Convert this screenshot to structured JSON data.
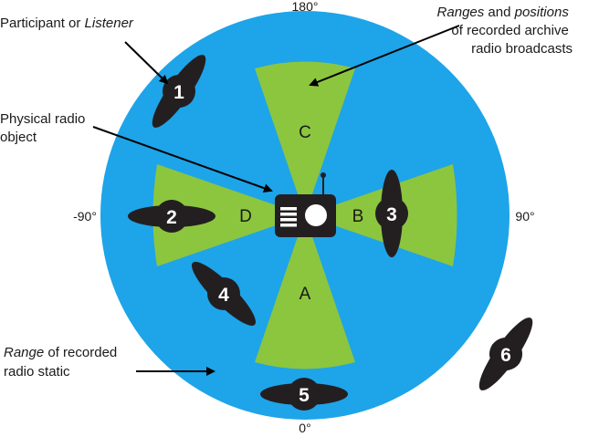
{
  "colors": {
    "static_range": "#1ea4e8",
    "broadcast_range": "#8cc63f",
    "listener": "#231f20",
    "text": "#1a1a1a"
  },
  "angles": {
    "top": "180°",
    "left": "-90°",
    "right": "90°",
    "bottom": "0°"
  },
  "annotations": {
    "listener": {
      "plain": "Participant or ",
      "italic": "Listener"
    },
    "broadcasts": {
      "line1_italic_a": "Ranges",
      "line1_plain": " and ",
      "line1_italic_b": "positions",
      "line2": "of recorded archive",
      "line3": "radio broadcasts"
    },
    "radio": {
      "line1": "Physical radio",
      "line2": "object"
    },
    "static": {
      "line1_italic": "Range",
      "line1_plain": " of recorded",
      "line2": "radio static"
    }
  },
  "sectors": {
    "A": "A",
    "B": "B",
    "C": "C",
    "D": "D"
  },
  "listeners": [
    "1",
    "2",
    "3",
    "4",
    "5",
    "6"
  ],
  "icons": {
    "radio": "radio-icon",
    "listener": "listener-figure-icon"
  }
}
